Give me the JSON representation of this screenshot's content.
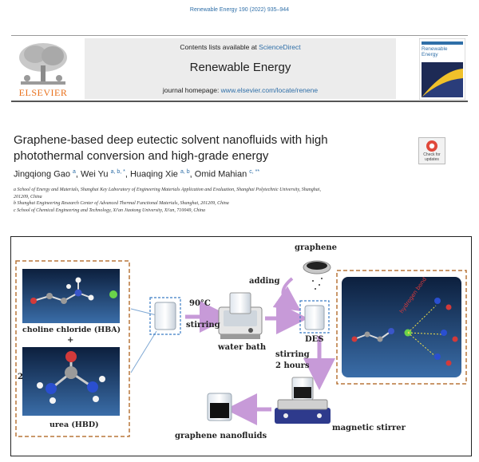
{
  "header": {
    "citation": "Renewable Energy 190 (2022) 935–944",
    "contents_prefix": "Contents lists available at ",
    "contents_link": "ScienceDirect",
    "journal_title": "Renewable Energy",
    "homepage_prefix": "journal homepage: ",
    "homepage_url": "www.elsevier.com/locate/renene",
    "publisher": "ELSEVIER",
    "cover_title": "Renewable Energy"
  },
  "article": {
    "title_line1": "Graphene-based deep eutectic solvent nanofluids with high",
    "title_line2": "photothermal conversion and high-grade energy",
    "check_updates": "Check for updates",
    "authors": [
      {
        "name": "Jingqiong Gao",
        "sup": "a"
      },
      {
        "name": "Wei Yu",
        "sup": "a, b, *"
      },
      {
        "name": "Huaqing Xie",
        "sup": "a, b"
      },
      {
        "name": "Omid Mahian",
        "sup": "c, **"
      }
    ],
    "affiliations": [
      "a School of Energy and Materials, Shanghai Key Laboratory of Engineering Materials Application and Evaluation, Shanghai Polytechnic University, Shanghai,",
      "201209, China",
      "b Shanghai Engineering Research Center of Advanced Thermal Functional Materials, Shanghai, 201209, China",
      "c School of Chemical Engineering and Technology, Xi'an Jiaotong University, Xi'an, 710049, China"
    ]
  },
  "graphical_abstract": {
    "hba_label": "choline chloride (HBA)",
    "plus": "+",
    "ratio": "2",
    "hbd_label": "urea (HBD)",
    "temp": "90°C",
    "stirring": "stirring",
    "water_bath": "water bath",
    "graphene": "graphene",
    "adding": "adding",
    "des": "DES",
    "stirring_2h_line1": "stirring",
    "stirring_2h_line2": "2 hours",
    "magnetic_stirrer": "magnetic stirrer",
    "product": "graphene nanofluids",
    "hbond_label": "hydrogen bond"
  },
  "colors": {
    "link": "#2f6fa8",
    "elsevier_orange": "#e9711c",
    "dashed_frame": "#b8763a",
    "arrow_purple": "#c79ad8",
    "molecule_bg_top": "#0c1f3d",
    "molecule_bg_bottom": "#3a6da8"
  }
}
